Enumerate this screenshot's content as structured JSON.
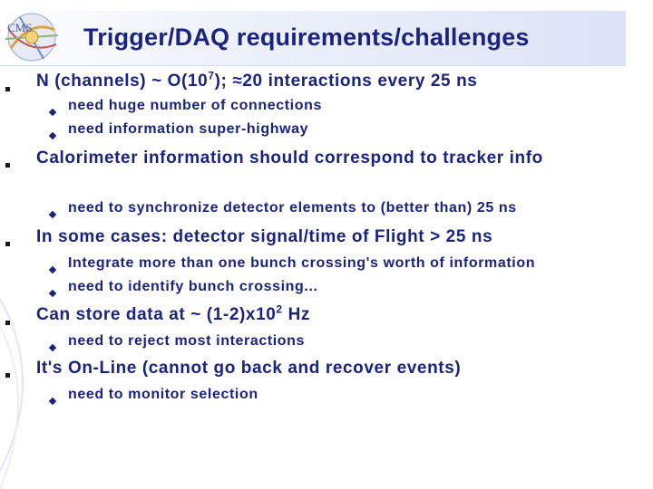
{
  "slide": {
    "title": "Trigger/DAQ requirements/challenges",
    "logo_text": "CMS",
    "bullets": [
      {
        "pre": "N (channels) ~ O(10",
        "sup": "7",
        "post": "); ≈20 interactions every 25 ns",
        "sub": [
          "need huge number of connections",
          "need information super-highway"
        ]
      },
      {
        "text": "Calorimeter information should correspond to tracker info",
        "sub": [
          "need to synchronize detector elements to (better than) 25 ns"
        ]
      },
      {
        "text": "In some cases: detector signal/time of Flight > 25 ns",
        "sub": [
          "Integrate more than one bunch crossing's worth of information",
          "need to identify bunch crossing..."
        ]
      },
      {
        "pre": "Can store data at ~ (1-2)x10",
        "sup": "2",
        "post": " Hz",
        "sub": [
          "need to reject most interactions"
        ]
      },
      {
        "text": "It's On-Line (cannot go back and recover events)",
        "sub": [
          "need to monitor selection"
        ]
      }
    ]
  }
}
